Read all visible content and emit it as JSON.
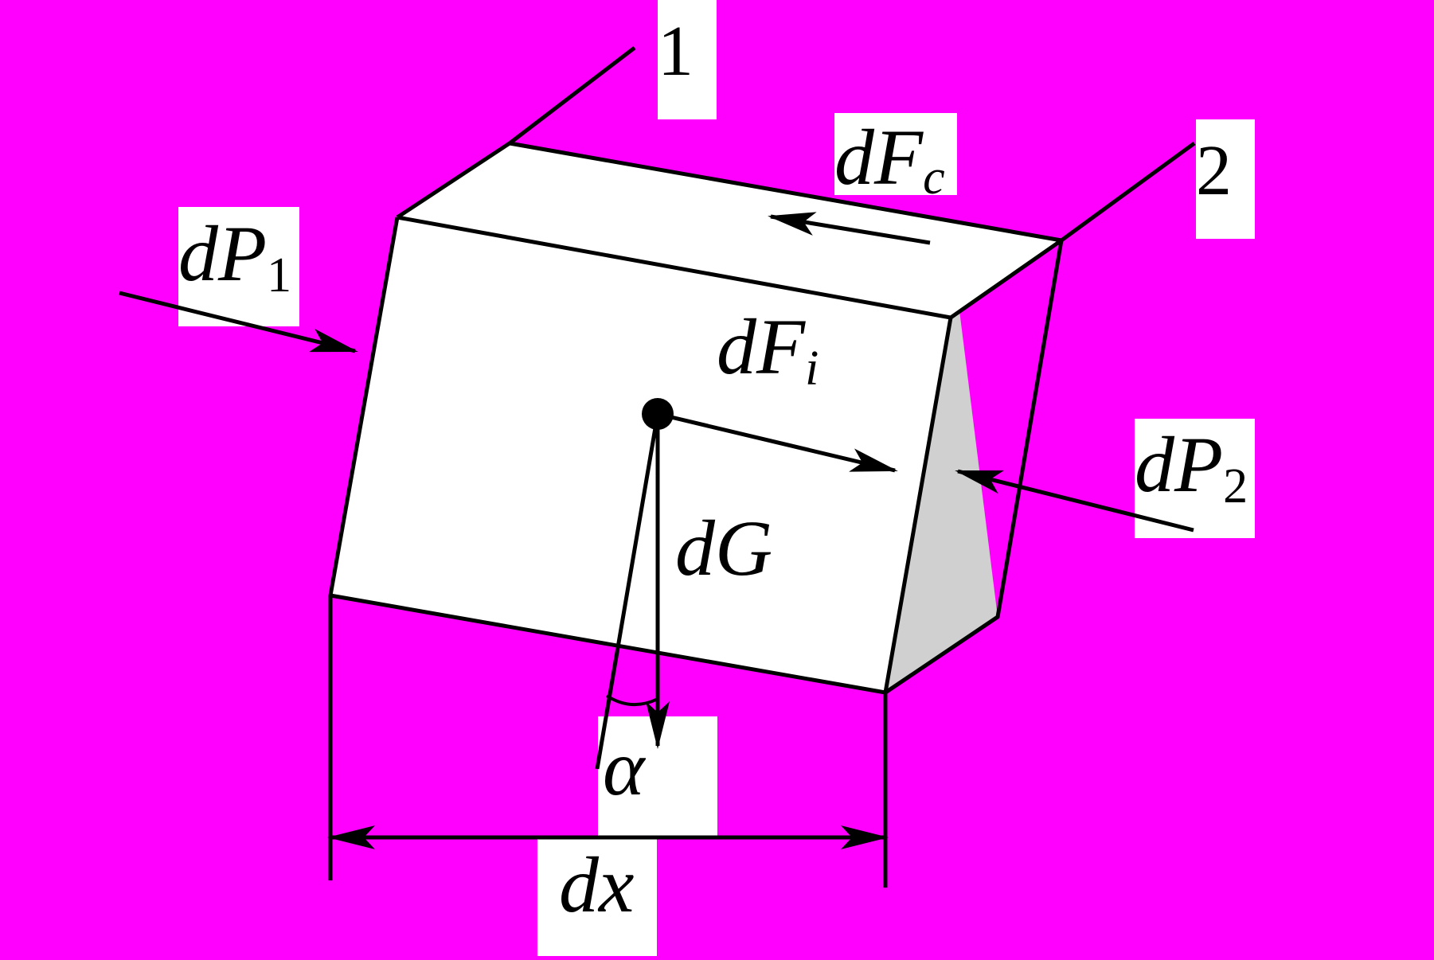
{
  "colors": {
    "background": "#ff00ff",
    "label_box": "#ffffff",
    "front_face": "#ffffff",
    "top_face": "#ffffff",
    "side_face": "#d0d0d0",
    "stroke": "#000000"
  },
  "labels": {
    "section_1": "1",
    "section_2": "2",
    "pressure_1": {
      "main": "dP",
      "sub": "1"
    },
    "pressure_2": {
      "main": "dP",
      "sub": "2"
    },
    "friction_c": {
      "main": "dF",
      "sub": "c"
    },
    "friction_i": {
      "main": "dF",
      "sub": "i"
    },
    "weight": "dG",
    "angle": "α",
    "length": "dx"
  }
}
